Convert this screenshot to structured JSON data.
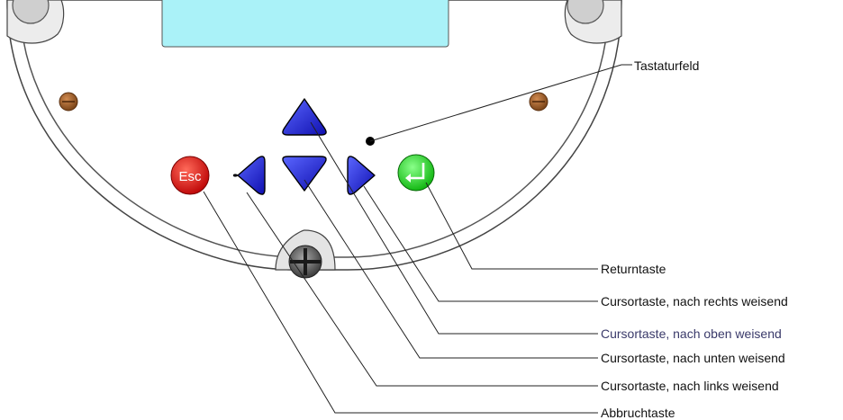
{
  "labels": {
    "keypad": "Tastaturfeld",
    "return_key": "Returntaste",
    "cursor_right": "Cursortaste, nach rechts weisend",
    "cursor_up": "Cursortaste, nach oben weisend",
    "cursor_down": "Cursortaste, nach unten weisend",
    "cursor_left": "Cursortaste, nach links weisend",
    "abort_key": "Abbruchtaste"
  },
  "buttons": {
    "esc_label": "Esc",
    "esc_color": "#e82020",
    "return_color": "#22dd22",
    "arrow_color": "#1a22e0"
  },
  "colors": {
    "display": "#aaf2f8",
    "housing_stroke": "#555555",
    "callout_line": "#222222",
    "highlight_label": "#3a3a6a"
  },
  "icons": [
    "up-arrow-key-icon",
    "down-arrow-key-icon",
    "left-arrow-key-icon",
    "right-arrow-key-icon",
    "return-icon",
    "screw-icon"
  ]
}
